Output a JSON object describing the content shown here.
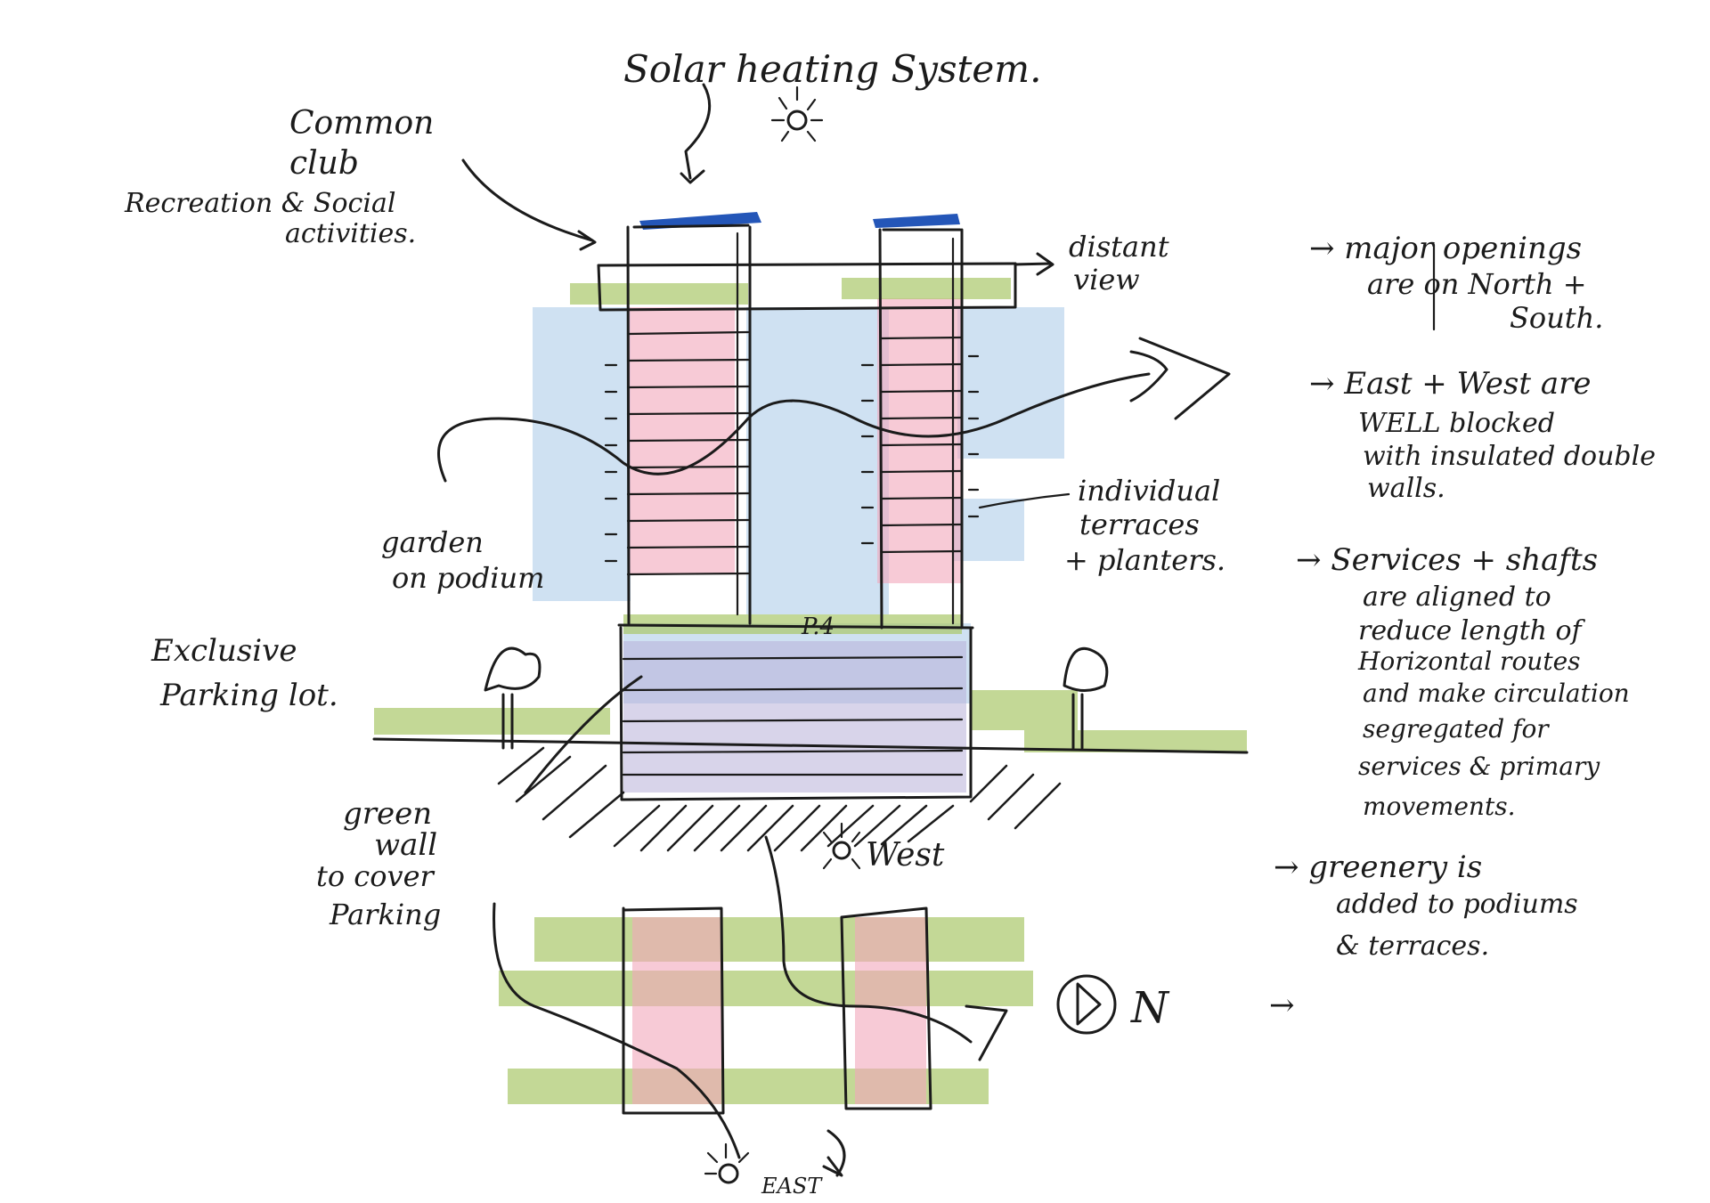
{
  "labels": {
    "solar_heating": "Solar heating System.",
    "common_club_1": "Common",
    "common_club_2": "club",
    "common_club_3": "Recreation & Social",
    "common_club_4": "activities.",
    "distant_view_1": "distant",
    "distant_view_2": "view",
    "garden_1": "garden",
    "garden_2": "on podium",
    "individual_1": "individual",
    "individual_2": "terraces",
    "individual_3": "+ planters.",
    "exclusive_1": "Exclusive",
    "exclusive_2": "Parking lot.",
    "green_wall_1": "green",
    "green_wall_2": "wall",
    "green_wall_3": "to cover",
    "green_wall_4": "Parking",
    "west": "West",
    "east": "EAST",
    "north": "N",
    "podium_tag": "P.4"
  },
  "notes": {
    "n1_l1": "→ major openings",
    "n1_l2": "are on North +",
    "n1_l3": "South.",
    "n2_l1": "→ East + West are",
    "n2_l2": "WELL blocked",
    "n2_l3": "with insulated double",
    "n2_l4": "walls.",
    "n3_l1": "→ Services + shafts",
    "n3_l2": "are aligned to",
    "n3_l3": "reduce length of",
    "n3_l4": "Horizontal routes",
    "n3_l5": "and make circulation",
    "n3_l6": "segregated for",
    "n3_l7": "services & primary",
    "n3_l8": "movements.",
    "n4_l1": "→ greenery is",
    "n4_l2": "added to podiums",
    "n4_l3": "& terraces.",
    "n5_l1": "→"
  },
  "colors": {
    "ink": "#1b1b1b",
    "sky_blue": "#a8c8e8",
    "pink": "#f2a6ba",
    "green": "#a9c76a",
    "lavender": "#b8b0d8",
    "solar_blue": "#2456b8"
  }
}
